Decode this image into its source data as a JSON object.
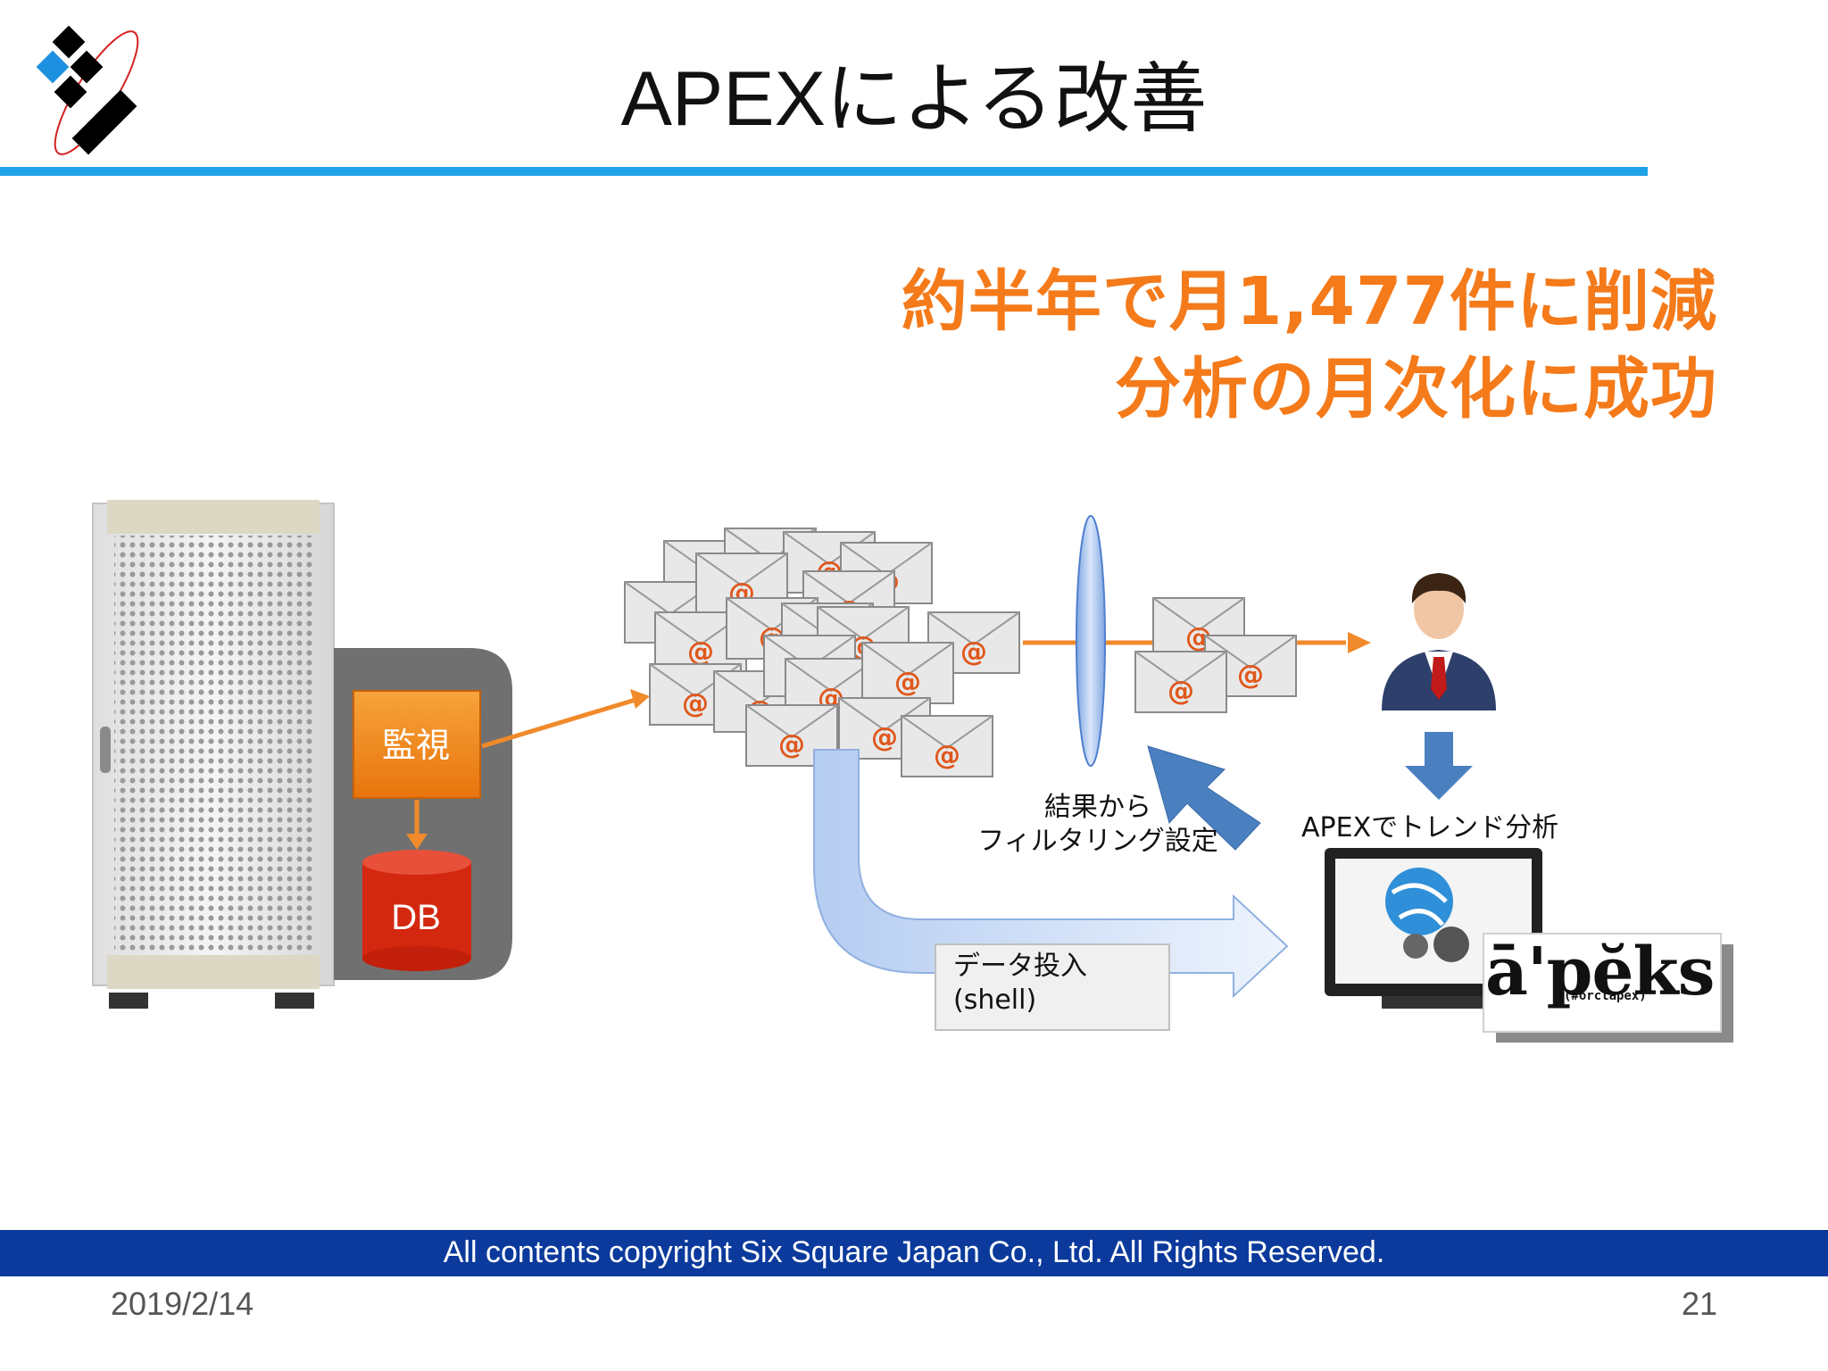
{
  "title": "APEXによる改善",
  "headline": {
    "line1": "約半年で月1,477件に削減",
    "line2": "分析の月次化に成功"
  },
  "diagram": {
    "monitor_label": "監視",
    "db_label": "DB",
    "filter_label_line1": "結果から",
    "filter_label_line2": "フィルタリング設定",
    "apex_label": "APEXでトレンド分析",
    "import_label_line1": "データ投入",
    "import_label_line2": "(shell)",
    "apex_logo": "ā'pĕks",
    "apex_logo_sub": "(#orclapex)",
    "mail_symbol": "@"
  },
  "colors": {
    "accent_orange": "#f47a1a",
    "rule_blue": "#1ea3e6",
    "footer_navy": "#0b3a9c",
    "arrow_blue": "#4a7fc0",
    "db_red": "#d3280f"
  },
  "footer": {
    "copyright": "All contents copyright Six Square Japan Co., Ltd. All Rights Reserved.",
    "date": "2019/2/14",
    "page": "21"
  }
}
